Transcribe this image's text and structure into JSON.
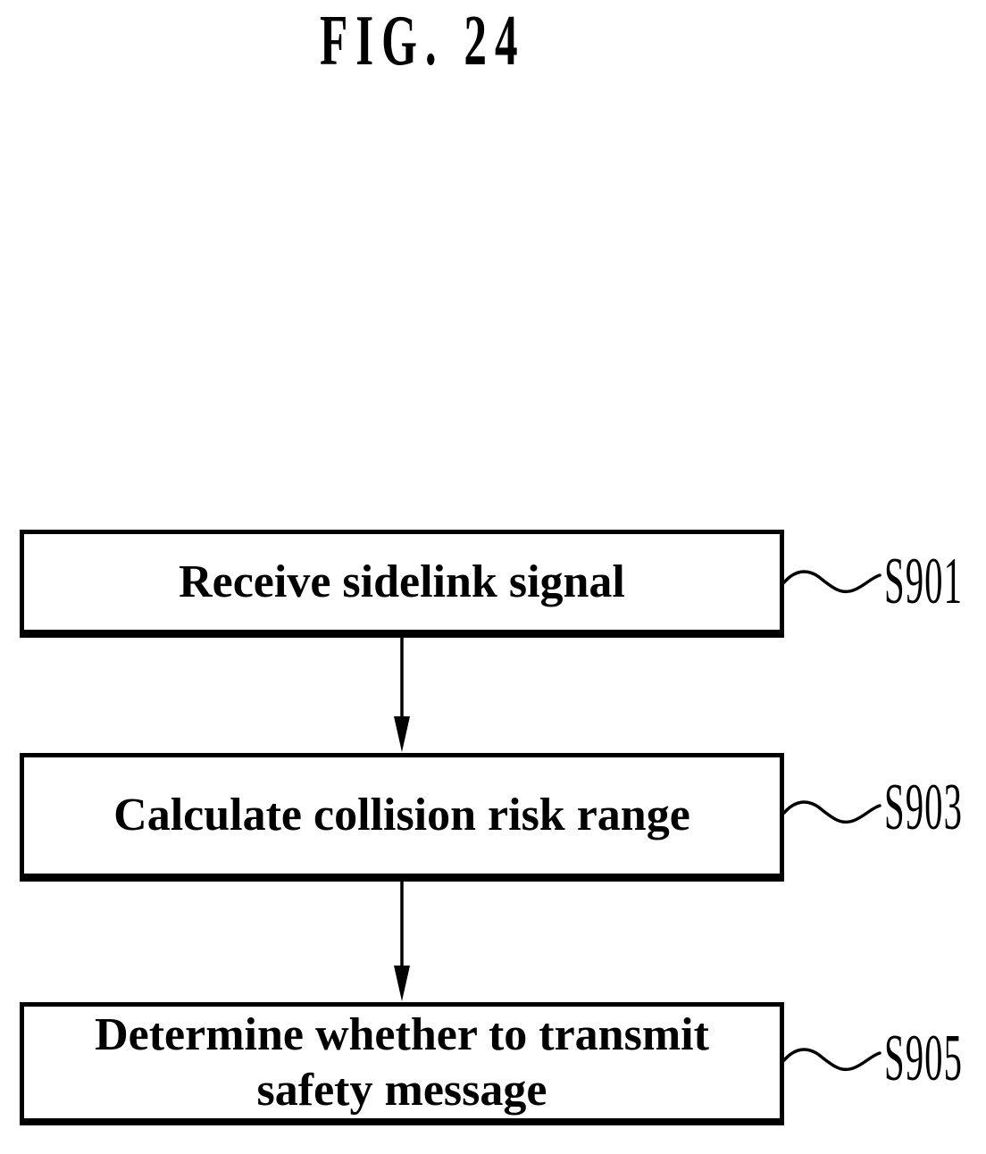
{
  "figure_label": {
    "text": "FIG. 24"
  },
  "flowchart": {
    "colors": {
      "ink": "#000000",
      "paper": "#ffffff"
    },
    "steps": [
      {
        "ref": "S901",
        "lines": [
          "Receive sidelink signal"
        ]
      },
      {
        "ref": "S903",
        "lines": [
          "Calculate collision risk range"
        ]
      },
      {
        "ref": "S905",
        "lines": [
          "Determine whether to transmit",
          "safety message"
        ]
      }
    ]
  }
}
